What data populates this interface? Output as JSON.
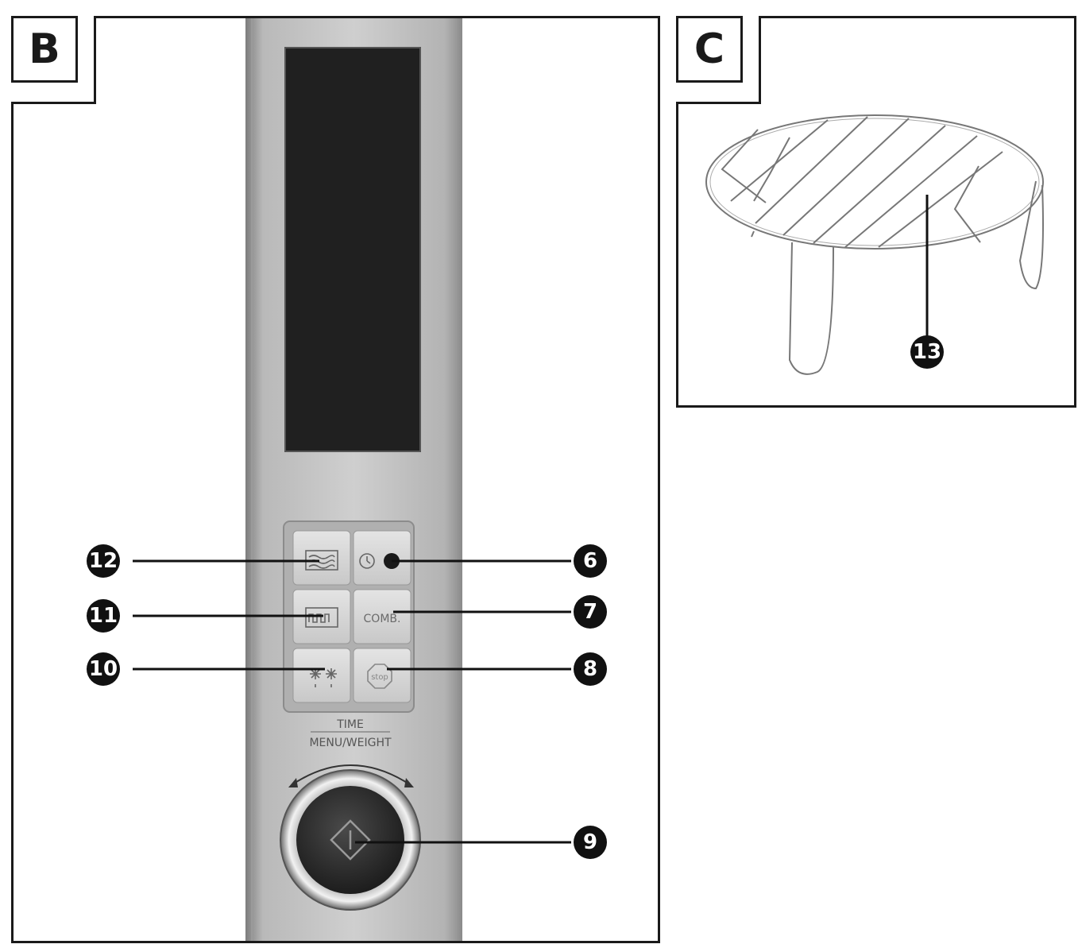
{
  "panel_b": {
    "letter": "B",
    "dial_label_top": "TIME",
    "dial_label_bottom": "MENU/WEIGHT",
    "buttons": {
      "comb": "COMB.",
      "stop": "stop"
    },
    "callouts": [
      {
        "id": "12",
        "label": "12",
        "part": "microwave-button"
      },
      {
        "id": "11",
        "label": "11",
        "part": "grill-button"
      },
      {
        "id": "10",
        "label": "10",
        "part": "defrost-button"
      },
      {
        "id": "6",
        "label": "6",
        "part": "clock-timer-button"
      },
      {
        "id": "7",
        "label": "7",
        "part": "comb-button"
      },
      {
        "id": "8",
        "label": "8",
        "part": "stop-button"
      },
      {
        "id": "9",
        "label": "9",
        "part": "start-dial"
      }
    ]
  },
  "panel_c": {
    "letter": "C",
    "callouts": [
      {
        "id": "13",
        "label": "13",
        "part": "grill-rack"
      }
    ]
  }
}
